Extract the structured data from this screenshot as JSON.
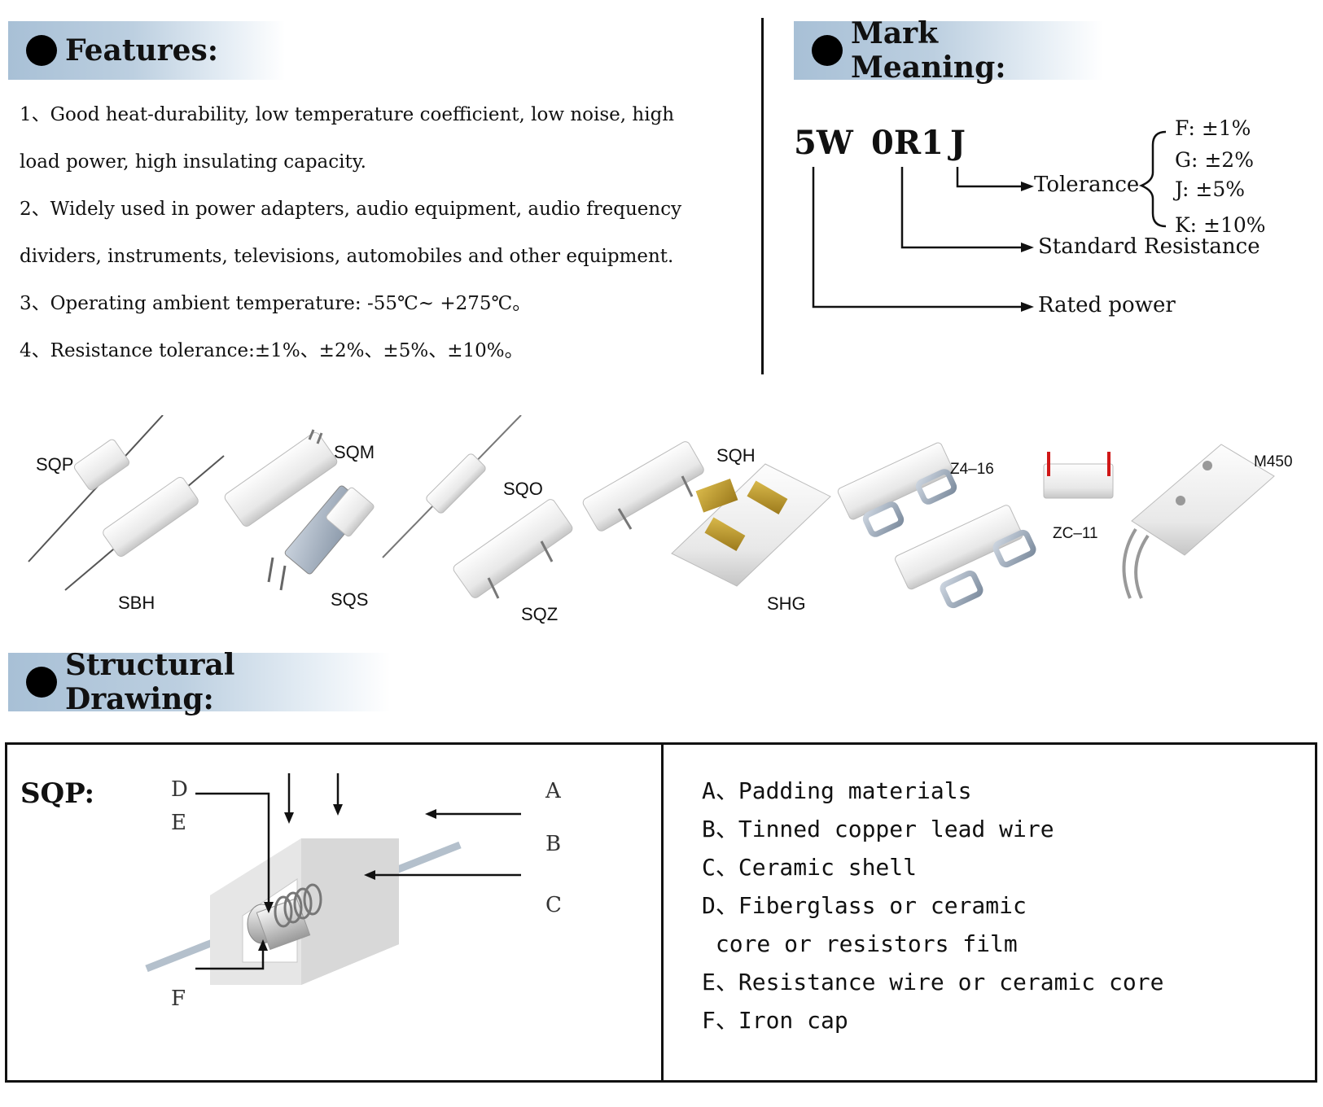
{
  "features": {
    "title": "Features:",
    "items": [
      "1、Good heat-durability, low temperature coefficient, low noise, high",
      "load power, high insulating capacity.",
      "2、Widely used in power adapters, audio equipment, audio frequency",
      "dividers, instruments, televisions, automobiles and other equipment.",
      "3、Operating ambient temperature: -55℃~    +275℃。",
      "4、Resistance tolerance:±1%、±2%、±5%、±10%。"
    ]
  },
  "mark_meaning": {
    "title": "Mark Meaning:",
    "code": {
      "power": "5W",
      "resistance": "0R1",
      "tolerance": "J"
    },
    "labels": {
      "tolerance": "Tolerance",
      "standard_resistance": "Standard Resistance",
      "rated_power": "Rated power"
    },
    "tolerance_options": [
      "F: ±1%",
      "G: ±2%",
      "J: ±5%",
      "K: ±10%"
    ]
  },
  "products": [
    "SQP",
    "SQM",
    "SQO",
    "SQH",
    "Z4–16",
    "M450",
    "ZC–11",
    "SBH",
    "SQS",
    "SQZ",
    "SHG"
  ],
  "structural": {
    "title": "Structural Drawing:",
    "model": "SQP:",
    "callouts": [
      "D",
      "E",
      "A",
      "B",
      "C",
      "F"
    ],
    "parts": [
      "A、Padding materials",
      "B、Tinned copper lead wire",
      "C、Ceramic shell",
      "D、Fiberglass or ceramic",
      " core or resistors film",
      "E、Resistance wire or ceramic core",
      "F、Iron cap"
    ]
  }
}
